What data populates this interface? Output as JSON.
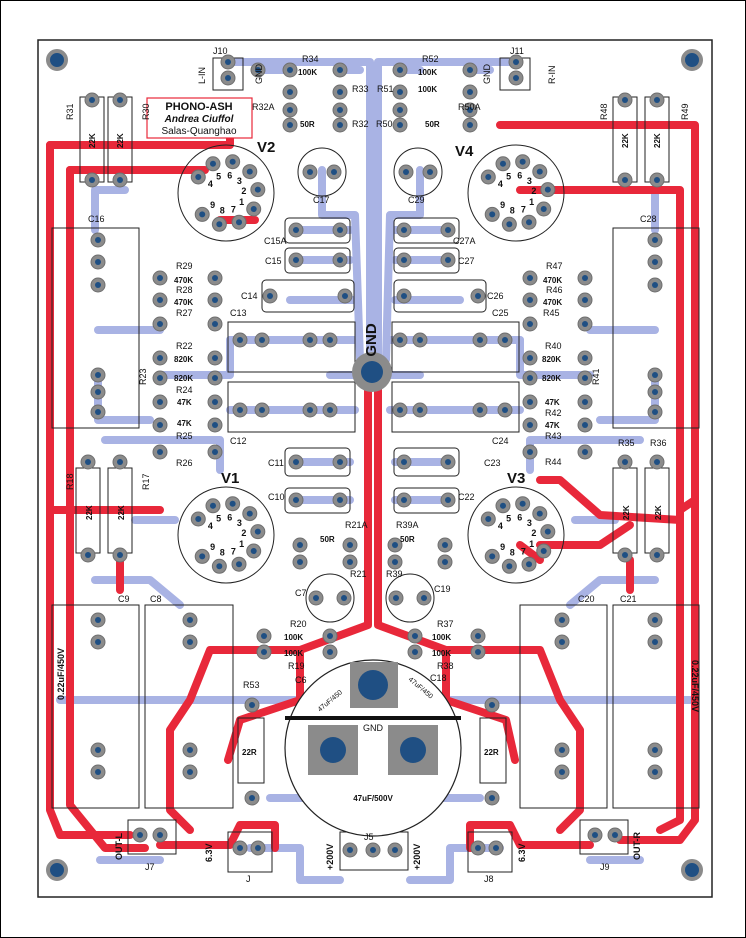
{
  "title_box": {
    "line1": "PHONO-ASH",
    "line2": "Andrea Ciuffol",
    "line3": "Salas-Quanghao"
  },
  "colors": {
    "top_trace": "#e8283a",
    "bottom_trace": "#a9b3e4",
    "pad": "#8b8b8b",
    "hole": "#1f4f83",
    "outline": "#000000"
  },
  "center_label": "GND",
  "tubes": [
    {
      "ref": "V2",
      "pins": [
        "4",
        "5",
        "6",
        "3",
        "2",
        "1",
        "7",
        "8",
        "9"
      ]
    },
    {
      "ref": "V4",
      "pins": [
        "4",
        "5",
        "6",
        "3",
        "2",
        "1",
        "7",
        "8",
        "9"
      ]
    },
    {
      "ref": "V1",
      "pins": [
        "4",
        "5",
        "6",
        "3",
        "2",
        "1",
        "7",
        "8",
        "9"
      ]
    },
    {
      "ref": "V3",
      "pins": [
        "4",
        "5",
        "6",
        "3",
        "2",
        "1",
        "7",
        "8",
        "9"
      ]
    }
  ],
  "connectors": {
    "j10": "J10",
    "lin": "L-IN",
    "gnd_l": "GND",
    "j11": "J11",
    "rin": "R-IN",
    "gnd_r": "GND",
    "j7": "J7",
    "outl": "OUT-L",
    "j9": "J9",
    "outr": "OUT-R",
    "j5": "J5",
    "p200a": "+200V",
    "p200b": "+200V",
    "v63a": "6.3V",
    "v63b": "6.3V",
    "jleft": "J",
    "jright": "J8"
  },
  "resistors": {
    "r34": {
      "ref": "R34",
      "val": "100K"
    },
    "r33": {
      "ref": "R33"
    },
    "r32a": {
      "ref": "R32A"
    },
    "r32": {
      "ref": "R32",
      "val": "50R"
    },
    "r52": {
      "ref": "R52",
      "val": "100K"
    },
    "r51": {
      "ref": "R51",
      "val": "100K"
    },
    "r50a": {
      "ref": "R50A"
    },
    "r50": {
      "ref": "R50",
      "val": "50R"
    },
    "r31": {
      "ref": "R31",
      "val": "22K"
    },
    "r30": {
      "ref": "R30",
      "val": "22K"
    },
    "r48": {
      "ref": "R48",
      "val": "22K"
    },
    "r49": {
      "ref": "R49",
      "val": "22K"
    },
    "r29": {
      "ref": "R29",
      "val": "470K"
    },
    "r28": {
      "ref": "R28",
      "val": "470K"
    },
    "r27": {
      "ref": "R27"
    },
    "r47": {
      "ref": "R47",
      "val": "470K"
    },
    "r46": {
      "ref": "R46",
      "val": "470K"
    },
    "r45": {
      "ref": "R45"
    },
    "r22": {
      "ref": "R22",
      "val": "820K"
    },
    "r23": {
      "ref": "R23",
      "val": "820K"
    },
    "r24": {
      "ref": "R24",
      "val": "47K"
    },
    "r25": {
      "ref": "R25",
      "val": "47K"
    },
    "r26": {
      "ref": "R26"
    },
    "r40": {
      "ref": "R40",
      "val": "820K"
    },
    "r41": {
      "ref": "R41",
      "val": "820K"
    },
    "r42": {
      "ref": "R42",
      "val": "47K"
    },
    "r43": {
      "ref": "R43",
      "val": "47K"
    },
    "r44": {
      "ref": "R44"
    },
    "r18": {
      "ref": "R18",
      "val": "22K"
    },
    "r17": {
      "ref": "R17",
      "val": "22K"
    },
    "r35": {
      "ref": "R35",
      "val": "22K"
    },
    "r36": {
      "ref": "R36",
      "val": "22K"
    },
    "r21a": {
      "ref": "R21A",
      "val": "50R"
    },
    "r21": {
      "ref": "R21"
    },
    "r39a": {
      "ref": "R39A",
      "val": "50R"
    },
    "r39": {
      "ref": "R39"
    },
    "r20": {
      "ref": "R20",
      "val": "100K"
    },
    "r19": {
      "ref": "R19",
      "val": "100K"
    },
    "r37": {
      "ref": "R37",
      "val": "100K"
    },
    "r38": {
      "ref": "R38",
      "val": "100K"
    },
    "r53": {
      "ref": "R53",
      "val": "22R"
    },
    "r54": {
      "val": "22R"
    }
  },
  "capacitors": {
    "c16": "C16",
    "c28": "C28",
    "c17": "C17",
    "c29": "C29",
    "c15a": "C15A",
    "c15": "C15",
    "c14": "C14",
    "c13": "C13",
    "c12": "C12",
    "c11": "C11",
    "c10": "C10",
    "c27a": "C27A",
    "c27": "C27",
    "c26": "C26",
    "c25": "C25",
    "c24": "C24",
    "c23": "C23",
    "c22": "C22",
    "c9": "C9",
    "c8": "C8",
    "c20": "C20",
    "c21": "C21",
    "c7": "C7",
    "c19": "C19",
    "c6": "C6",
    "c18": "C18",
    "film_left": "0.22uF/450V",
    "film_right": "0.22uF/450V",
    "big_cap": "47uF/500V",
    "big_gnd": "GND",
    "small_l": "47uF/450",
    "small_r": "47uF/450"
  }
}
